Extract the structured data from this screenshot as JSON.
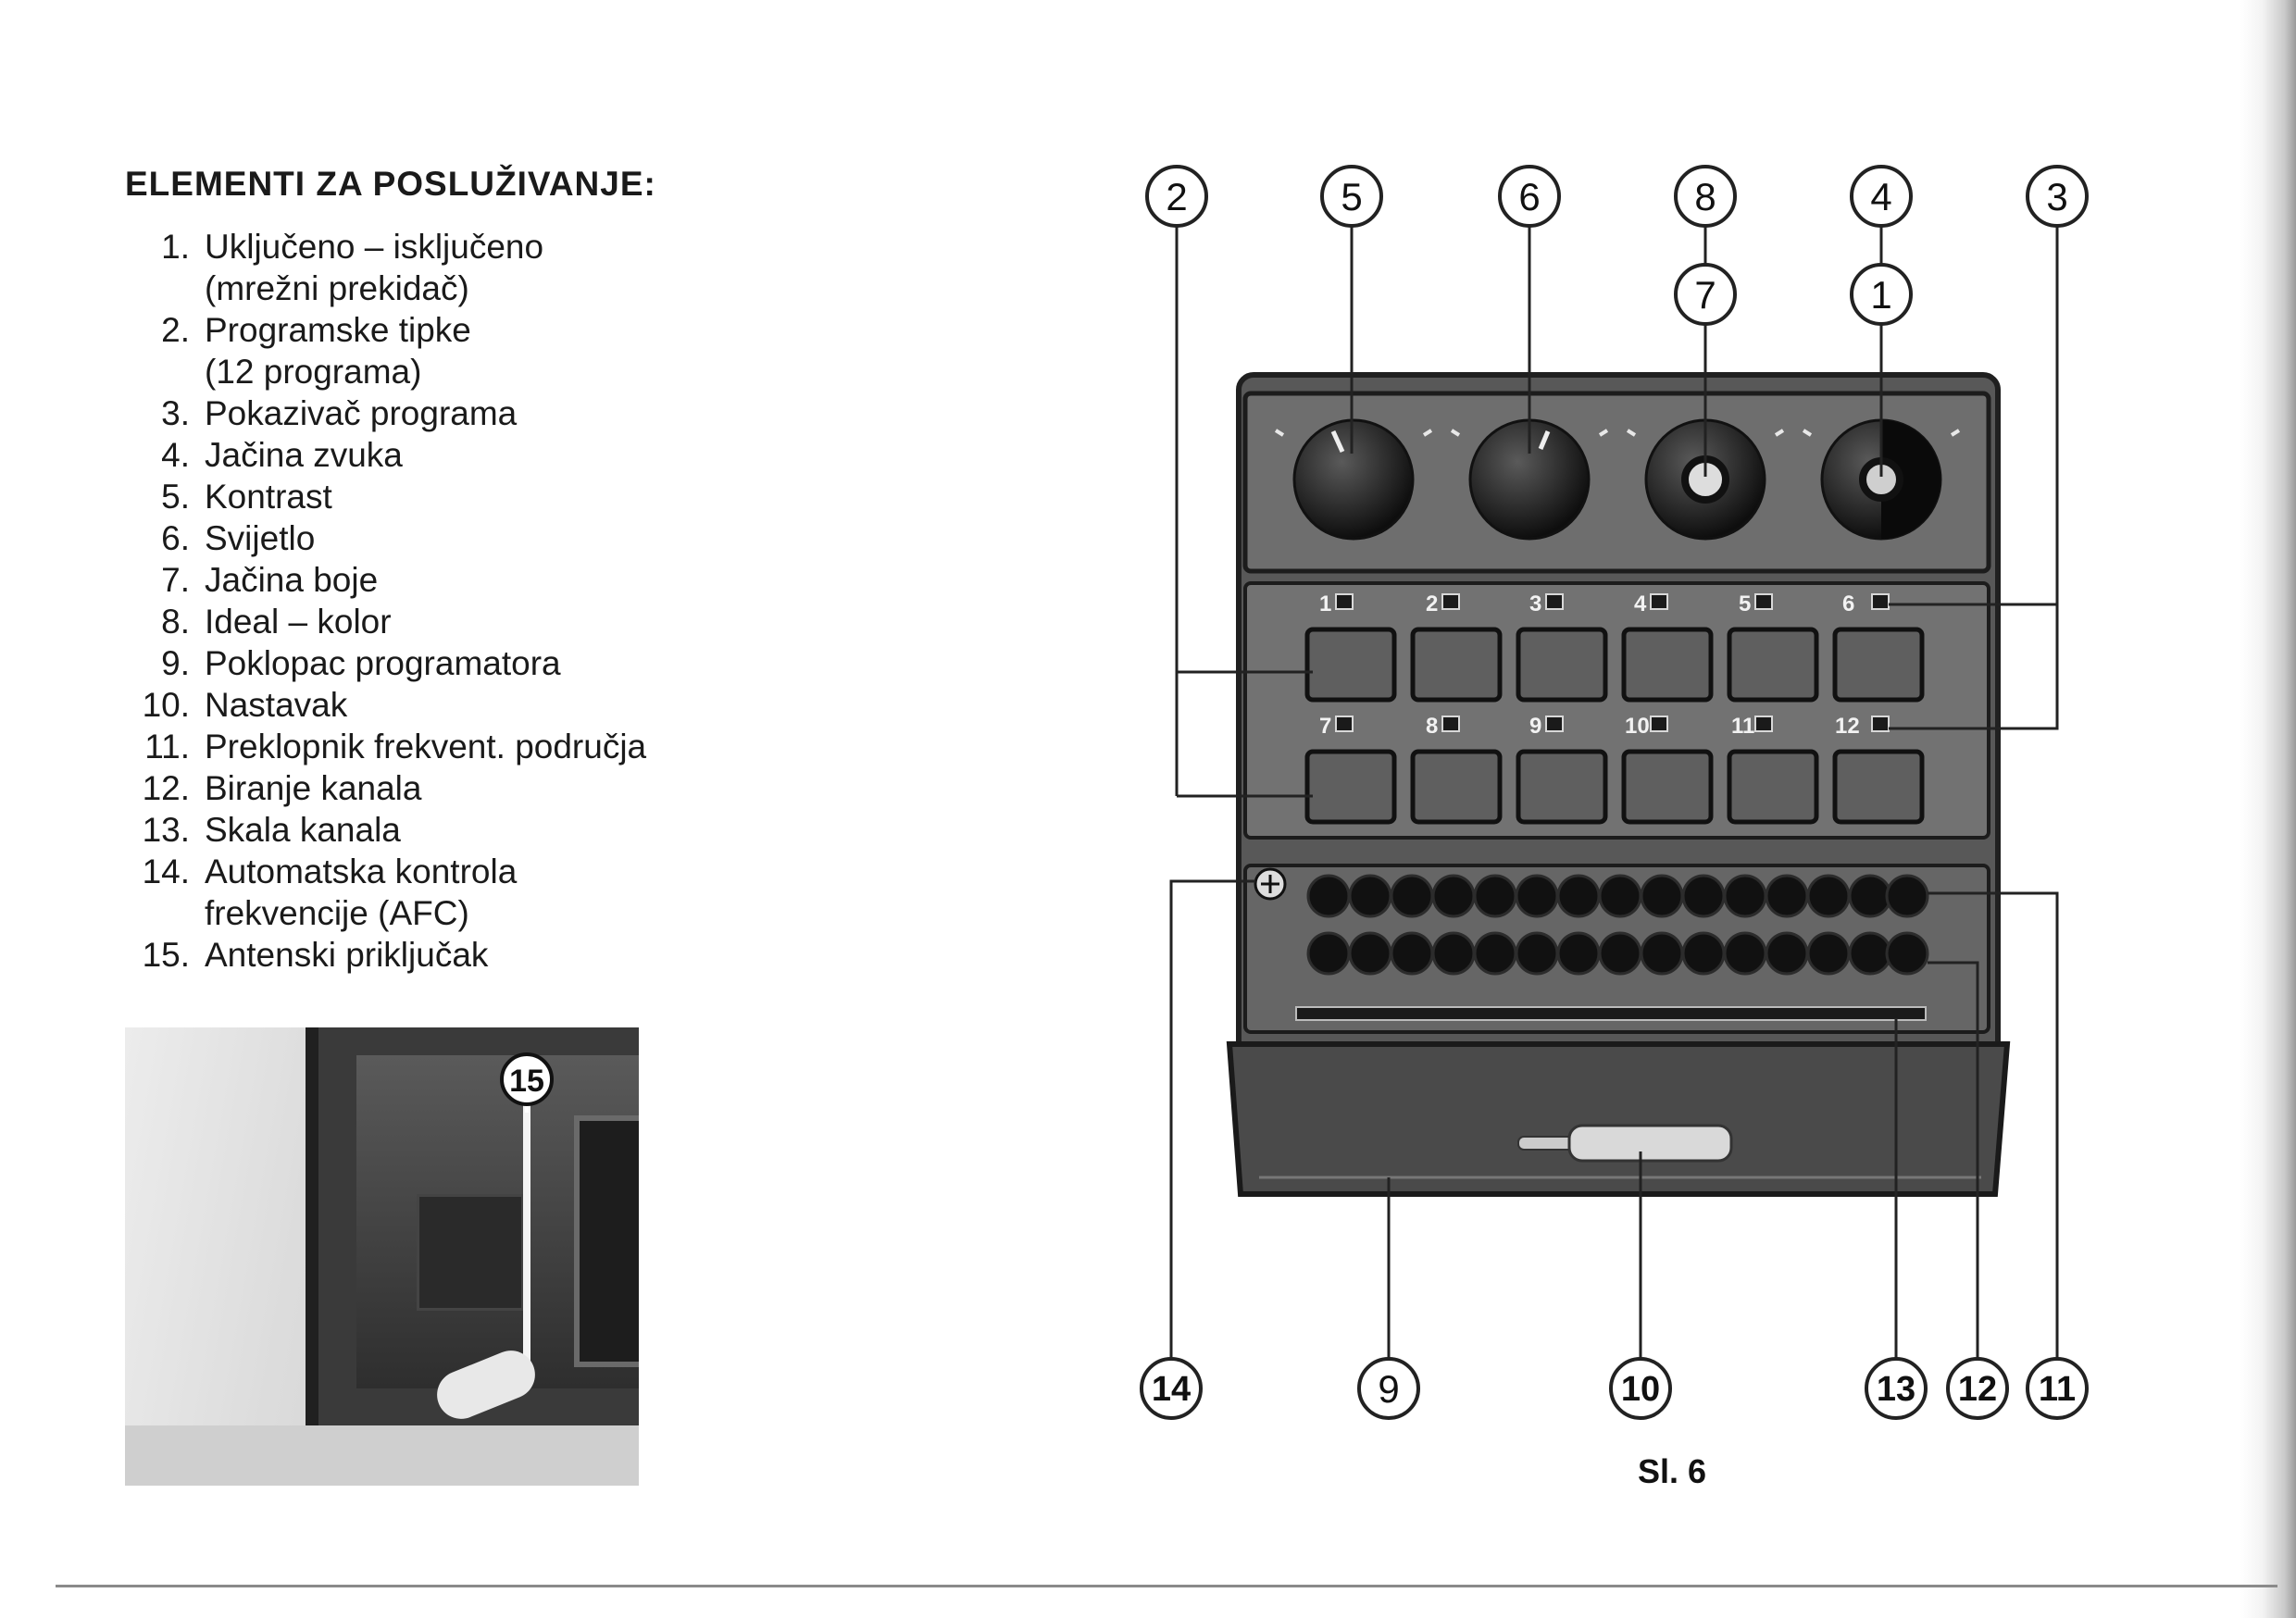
{
  "heading": "ELEMENTI ZA POSLUŽIVANJE:",
  "legend": [
    {
      "num": "1.",
      "lines": [
        "Uključeno – isključeno",
        "(mrežni prekidač)"
      ]
    },
    {
      "num": "2.",
      "lines": [
        "Programske tipke",
        "(12 programa)"
      ]
    },
    {
      "num": "3.",
      "lines": [
        "Pokazivač programa"
      ]
    },
    {
      "num": "4.",
      "lines": [
        "Jačina zvuka"
      ]
    },
    {
      "num": "5.",
      "lines": [
        "Kontrast"
      ]
    },
    {
      "num": "6.",
      "lines": [
        "Svijetlo"
      ]
    },
    {
      "num": "7.",
      "lines": [
        "Jačina boje"
      ]
    },
    {
      "num": "8.",
      "lines": [
        "Ideal – kolor"
      ]
    },
    {
      "num": "9.",
      "lines": [
        "Poklopac programatora"
      ]
    },
    {
      "num": "10.",
      "lines": [
        "Nastavak"
      ]
    },
    {
      "num": "11.",
      "lines": [
        "Preklopnik frekvent. područja"
      ]
    },
    {
      "num": "12.",
      "lines": [
        "Biranje kanala"
      ]
    },
    {
      "num": "13.",
      "lines": [
        "Skala kanala"
      ]
    },
    {
      "num": "14.",
      "lines": [
        "Automatska kontrola",
        "frekvencije (AFC)"
      ]
    },
    {
      "num": "15.",
      "lines": [
        "Antenski priključak"
      ]
    }
  ],
  "callouts": {
    "c1": "1",
    "c2": "2",
    "c3": "3",
    "c4": "4",
    "c5": "5",
    "c6": "6",
    "c7": "7",
    "c8": "8",
    "c9": "9",
    "c10": "10",
    "c11": "11",
    "c12": "12",
    "c13": "13",
    "c14": "14",
    "c15": "15"
  },
  "program_numbers": [
    "1",
    "2",
    "3",
    "4",
    "5",
    "6",
    "7",
    "8",
    "9",
    "10",
    "11",
    "12"
  ],
  "caption": "Sl. 6"
}
